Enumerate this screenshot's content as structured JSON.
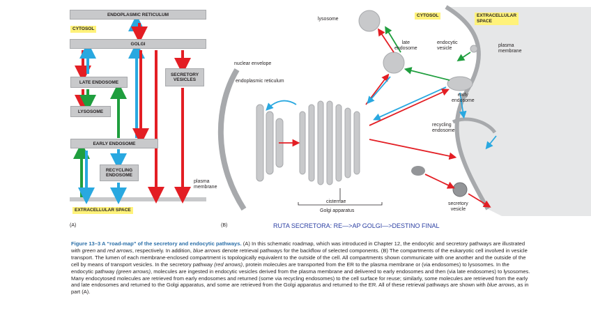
{
  "panel_a": {
    "er": "ENDOPLASMIC RETICULUM",
    "cytosol": "CYTOSOL",
    "golgi": "GOLGI",
    "late_endosome": "LATE ENDOSOME",
    "secretory_vesicles_1": "SECRETORY",
    "secretory_vesicles_2": "VESICLES",
    "lysosome": "LYSOSOME",
    "early_endosome": "EARLY ENDOSOME",
    "recycling_1": "RECYCLING",
    "recycling_2": "ENDOSOME",
    "plasma_membrane_1": "plasma",
    "plasma_membrane_2": "membrane",
    "extracellular": "EXTRACELLULAR SPACE",
    "tag": "(A)"
  },
  "panel_b": {
    "lysosome": "lysosome",
    "cytosol": "CYTOSOL",
    "extracellular_1": "EXTRACELLULAR",
    "extracellular_2": "SPACE",
    "late_endosome_1": "late",
    "late_endosome_2": "endosome",
    "endocytic_1": "endocytic",
    "endocytic_2": "vesicle",
    "plasma_membrane_1": "plasma",
    "plasma_membrane_2": "membrane",
    "nuclear_envelope": "nuclear envelope",
    "er": "endoplasmic reticulum",
    "early_endosome_1": "early",
    "early_endosome_2": "endosome",
    "recycling_1": "recycling",
    "recycling_2": "endosome",
    "cisternae": "cisternae",
    "golgi_apparatus": "Golgi apparatus",
    "secretory_1": "secretory",
    "secretory_2": "vesicle",
    "tag": "(B)"
  },
  "annotation": "RUTA SECRETORA: RE—>AP GOLGI—>DESTINO FINAL",
  "caption": {
    "figure_title": "Figure 13–3 A “road-map” of the secretory and endocytic pathways.",
    "p1": " (A) In this schematic roadmap, which was introduced in Chapter 12, the endocytic and secretory pathways are illustrated with ",
    "green": "green",
    "p2": " and ",
    "red": "red arrows",
    "p3": ", respectively. In addition, ",
    "blue": "blue arrows",
    "p4": " denote retrieval pathways for the backflow of selected components. (B) The compartments of the eukaryotic cell involved in vesicle transport. The lumen of each membrane-enclosed compartment is topologically equivalent to the outside of the cell. All compartments shown communicate with one another and the outside of the cell by means of transport vesicles. In the secretory pathway ",
    "red2": "(red arrows)",
    "p5": ", protein molecules are transported from the ER to the plasma membrane or (via endosomes) to lysosomes. In the endocytic pathway ",
    "green2": "(green arrows)",
    "p6": ", molecules are ingested in endocytic vesicles derived from the plasma membrane and delivered to early endosomes and then (via late endosomes) to lysosomes. Many endocytosed molecules are retrieved from early endosomes and returned (some via recycling endosomes) to the cell surface for reuse; similarly, some molecules are retrieved from the early and late endosomes and returned to the Golgi apparatus, and some are retrieved from the Golgi apparatus and returned to the ER. All of these retrieval pathways are shown with ",
    "blue2": "blue arrows",
    "p7": ", as in part (A)."
  },
  "colors": {
    "red": "#e31e24",
    "green": "#1f9e3e",
    "blue": "#29a8e0",
    "gray": "#c8c9cb",
    "yellow": "#fff27a",
    "caption_blue": "#2b3fa3"
  }
}
